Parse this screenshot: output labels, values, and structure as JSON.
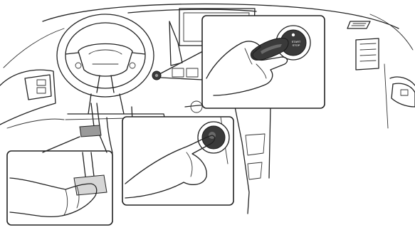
{
  "illustration": {
    "button_label_line1": "START",
    "button_label_line2": "STOP",
    "colors": {
      "line": "#222222",
      "button_face": "#3a3a3a",
      "pedal": "#9a9a9a",
      "background": "#ffffff"
    },
    "parts": [
      "steering-wheel",
      "dashboard",
      "center-display",
      "door-panel",
      "brake-pedal",
      "start-stop-button",
      "smart-key-fob",
      "hand",
      "foot"
    ]
  }
}
